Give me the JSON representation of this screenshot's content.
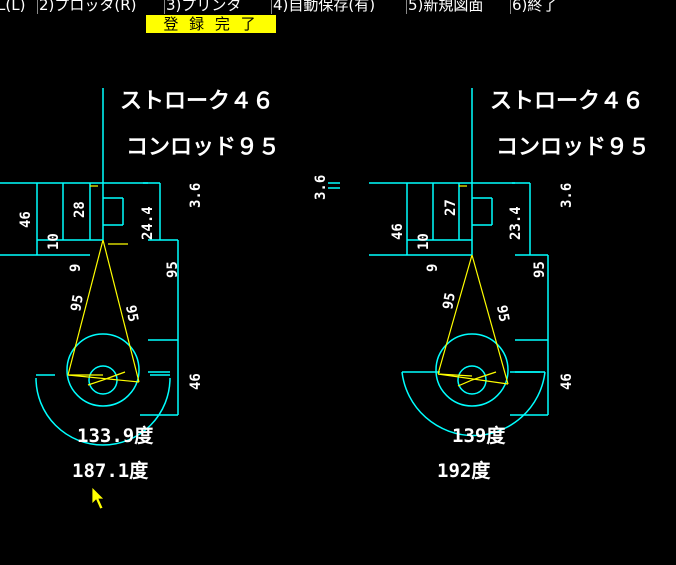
{
  "menu": {
    "items": [
      "L(L)",
      "2)プロッタ(R)",
      "3)プリンタ",
      "4)自動保存(有)",
      "5)新規図面",
      "6)終了"
    ]
  },
  "status": {
    "message": "登 録 完 了"
  },
  "colors": {
    "cyan": "#00ffff",
    "yellow": "#ffff00",
    "white": "#ffffff",
    "background": "#000000"
  },
  "cursor": {
    "icon": "arrow-cursor-icon"
  },
  "drawing_left": {
    "stroke_label": "ストローク４６",
    "rod_label": "コンロッド９５",
    "dim_top_offset": "3.6",
    "dim_left_height": "46",
    "dim_left_28": "28",
    "dim_left_10": "10",
    "dim_24_4": "24.4",
    "dim_9": "9",
    "dim_95_right": "95",
    "dim_95_left_rod": "95",
    "dim_95_right_rod": "95",
    "dim_46_bottom": "46",
    "angle_1": "133.9度",
    "angle_2": "187.1度"
  },
  "drawing_right": {
    "stroke_label": "ストローク４６",
    "rod_label": "コンロッド９５",
    "dim_top_offset": "3.6",
    "dim_left_height": "46",
    "dim_left_27": "27",
    "dim_left_10": "10",
    "dim_23_4": "23.4",
    "dim_9": "9",
    "dim_95_right": "95",
    "dim_95_left_rod": "95",
    "dim_95_right_rod": "95",
    "dim_46_bottom": "46",
    "angle_1": "139度",
    "angle_2": "192度"
  },
  "center_dim": "3.6"
}
